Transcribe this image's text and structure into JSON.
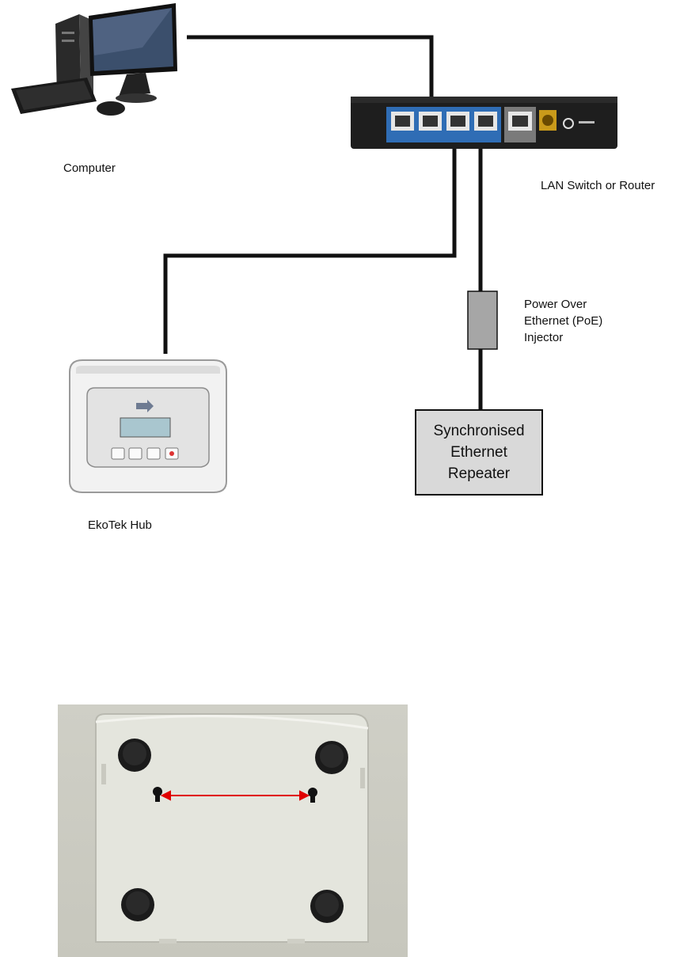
{
  "labels": {
    "computer": "Computer",
    "router": "LAN Switch or Router",
    "poe_injector": "Power Over\nEthernet (PoE)\nInjector",
    "repeater": "Synchronised\nEthernet\nRepeater",
    "hub": "EkoTek Hub"
  },
  "icons": {
    "computer": "desktop-computer-icon",
    "router": "router-icon",
    "hub": "hub-device-icon",
    "poe": "poe-injector-icon"
  },
  "colors": {
    "cable": "#111111",
    "router_body": "#1e1e1e",
    "router_ports": "#2f6db5",
    "poe_injector": "#a6a6a6",
    "repeater_fill": "#d9d9d9",
    "arrow": "#e00000"
  }
}
